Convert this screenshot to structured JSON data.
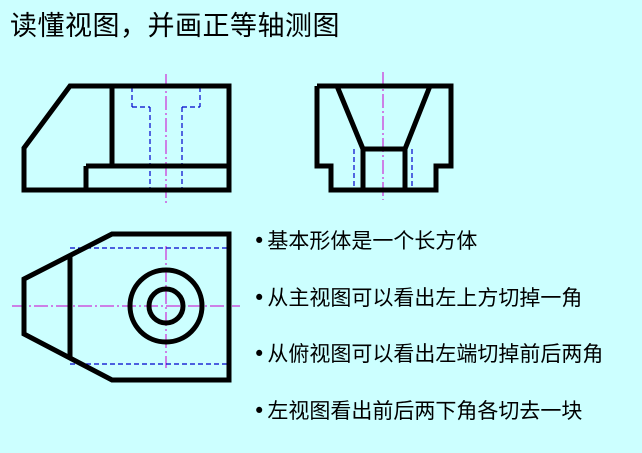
{
  "title": "读懂视图，并画正等轴测图",
  "bullet_marker": "•",
  "notes": [
    "基本形体是一个长方体",
    "从主视图可以看出左上方切掉一角",
    "从俯视图可以看出左端切掉前后两角",
    "左视图看出前后两下角各切去一块"
  ],
  "colors": {
    "background": "#ccffff",
    "outline": "#000000",
    "hidden_line": "#0000cc",
    "center_line": "#cc00cc"
  }
}
